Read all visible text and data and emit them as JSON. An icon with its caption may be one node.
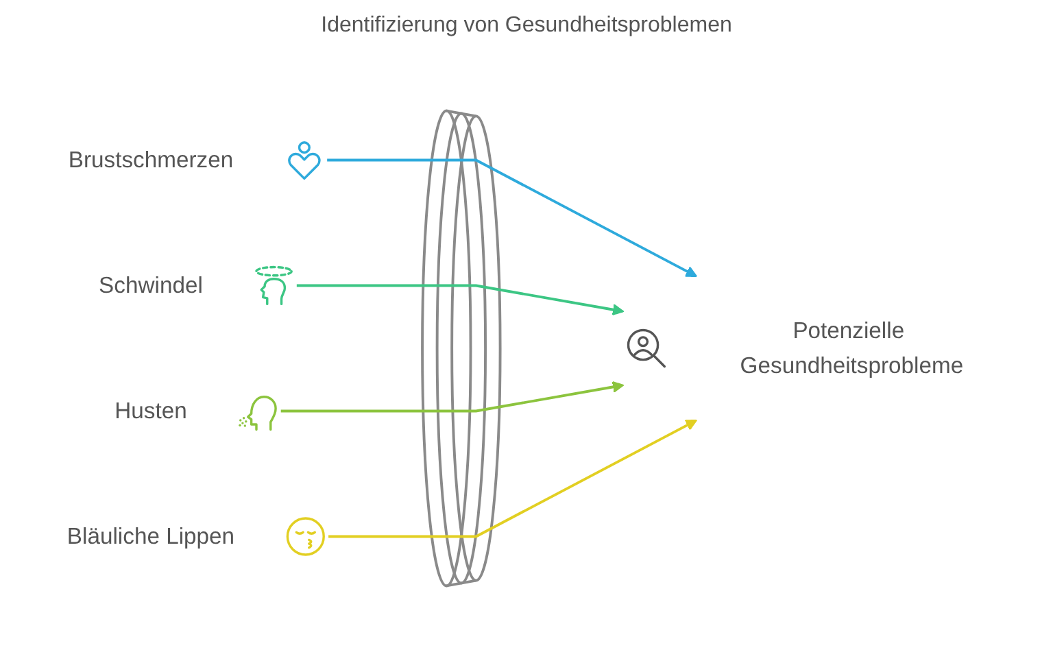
{
  "diagram": {
    "title": "Identifizierung von Gesundheitsproblemen",
    "nodes": [
      {
        "text": [
          "Brustschmerzen"
        ]
      },
      {
        "text": [
          "Schwindel"
        ]
      },
      {
        "text": [
          "Husten"
        ]
      },
      {
        "text": [
          "Bläuliche Lippen"
        ]
      },
      {
        "text": [
          "Potenzielle Gesundheitsprobleme"
        ]
      }
    ],
    "edges": [
      {
        "from": 0,
        "to": 4,
        "arrow": "to",
        "color": "#2eaadc"
      },
      {
        "from": 1,
        "to": 4,
        "arrow": "to",
        "color": "#3cc684"
      },
      {
        "from": 2,
        "to": 4,
        "arrow": "to",
        "color": "#8cc43e"
      },
      {
        "from": 3,
        "to": 4,
        "arrow": "to",
        "color": "#e2cf22"
      }
    ]
  }
}
